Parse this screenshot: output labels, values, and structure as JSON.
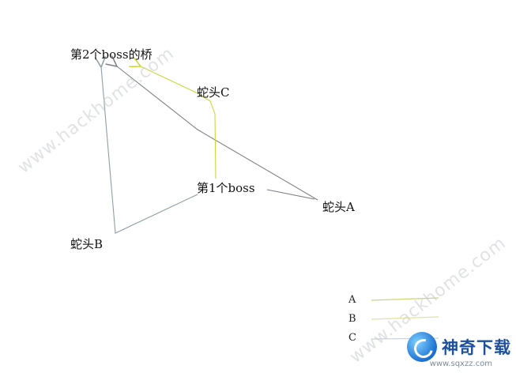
{
  "labels": {
    "bridge": "第2个boss的桥",
    "boss1": "第1个boss",
    "snake_a": "蛇头A",
    "snake_b": "蛇头B",
    "snake_c": "蛇头C"
  },
  "legend": [
    {
      "key": "A",
      "color": "#cfd27a"
    },
    {
      "key": "B",
      "color": "#e3e39a"
    },
    {
      "key": "C",
      "color": "#c9d0d8"
    }
  ],
  "colors": {
    "path_a": "#7d8088",
    "path_b": "#8d9fa6",
    "path_c": "#c8da3a"
  },
  "watermarks": [
    "www.hackhome.com",
    "www.hackhome.com"
  ],
  "brand": {
    "name": "神奇下载",
    "url": "www.sqxzz.com"
  }
}
